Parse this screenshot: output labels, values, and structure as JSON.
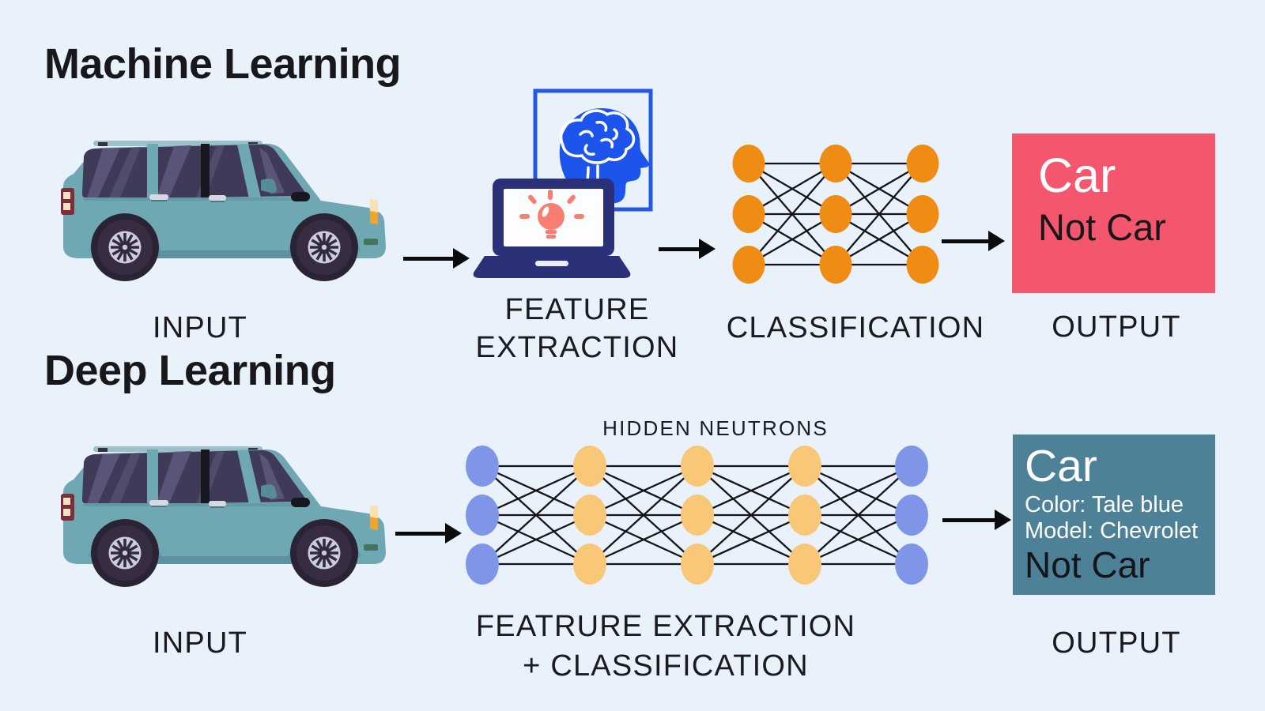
{
  "background": "#E9F1FA",
  "ml_section": {
    "title": "Machine Learning",
    "input_label": "INPUT",
    "feature_extraction_label_line1": "FEATURE",
    "feature_extraction_label_line2": "EXTRACTION",
    "classification_label": "CLASSIFICATION",
    "output_label": "OUTPUT",
    "network": {
      "columns": 3,
      "nodes_per_column": 3,
      "node_color": "#EF8C13",
      "edge_color": "#14141A"
    },
    "output_box": {
      "bg_color": "#F4566E",
      "primary_text": "Car",
      "primary_color": "#FFFFFF",
      "secondary_text": "Not Car",
      "secondary_color": "#17171C"
    }
  },
  "dl_section": {
    "title": "Deep Learning",
    "input_label": "INPUT",
    "hidden_neurons_label": "HIDDEN NEUTRONS",
    "network_label_line1": "FEATRURE EXTRACTION",
    "network_label_line2": "+ CLASSIFICATION",
    "output_label": "OUTPUT",
    "network": {
      "columns": 5,
      "nodes_per_column": 3,
      "input_output_color": "#7F96E8",
      "hidden_color": "#F9C778",
      "edge_color": "#14141A"
    },
    "output_box": {
      "bg_color": "#4D8198",
      "primary_text": "Car",
      "primary_color": "#FFFFFF",
      "detail_line1": "Color: Tale blue",
      "detail_line2": "Model: Chevrolet",
      "secondary_text": "Not Car",
      "secondary_color": "#14141A"
    }
  },
  "illustrations": {
    "car_icon": "teal-suv-side-view",
    "car_body_color": "#6FA8B3",
    "feature_icon": "laptop-lightbulb-and-brain-head",
    "laptop_color": "#2B3178",
    "brain_color": "#1D55EC",
    "bulb_color": "#F87E71"
  }
}
